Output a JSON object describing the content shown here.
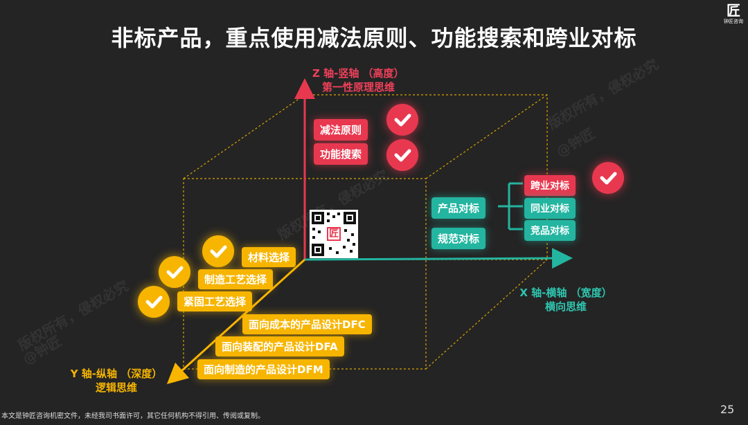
{
  "title": "非标产品，重点使用减法原则、功能搜索和跨业对标",
  "logo": {
    "mark": "匠",
    "text": "钟匠咨询"
  },
  "z_axis": {
    "line1": "Z 轴-竖轴 （高度）",
    "line2": "第一性原理思维",
    "color": "#e8384f"
  },
  "x_axis": {
    "line1": "X 轴-横轴 （宽度）",
    "line2": "横向思维",
    "color": "#23b5a0"
  },
  "y_axis": {
    "line1": "Y 轴-纵轴 （深度）",
    "line2": "逻辑思维",
    "color": "#f7b500"
  },
  "z_items": [
    "减法原则",
    "功能搜索"
  ],
  "x_items": {
    "main": "产品对标",
    "sub": [
      "跨业对标",
      "同业对标",
      "竞品对标"
    ],
    "other": "规范对标"
  },
  "y_items": [
    "材料选择",
    "制造工艺选择",
    "紧固工艺选择",
    "面向成本的产品设计DFC",
    "面向装配的产品设计DFA",
    "面向制造的产品设计DFM"
  ],
  "watermarks": [
    "版权所有，侵权必究",
    "@钟匠"
  ],
  "footer": "本文是钟匠咨询机密文件，未经我司书面许可，其它任何机构不得引用、传阅或复制。",
  "page_number": "25"
}
